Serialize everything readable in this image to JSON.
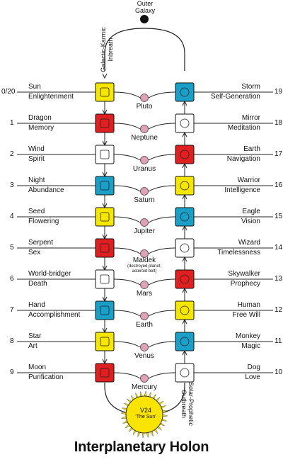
{
  "header": {
    "galaxy_label": "Outer\nGalaxy"
  },
  "left_axis_label": "Galactic-Karmic\nInbreath",
  "right_axis_label": "Solar-Prophetic\nOutbreath",
  "sun": {
    "line1": "V24",
    "line2": "'The Sun'"
  },
  "title": "Interplanetary Holon",
  "colors": {
    "red": "#e02020",
    "white": "#ffffff",
    "blue": "#1aa0c8",
    "yellow": "#f6e600",
    "planet": "#e0a0b8",
    "sun": "#f8e400"
  },
  "left_rows": [
    {
      "num": "0/20",
      "name": "Sun",
      "power": "Enlightenment",
      "color": "yellow",
      "icon": "sun-glyph-icon"
    },
    {
      "num": "1",
      "name": "Dragon",
      "power": "Memory",
      "color": "red",
      "icon": "dragon-glyph-icon"
    },
    {
      "num": "2",
      "name": "Wind",
      "power": "Spirit",
      "color": "white",
      "icon": "wind-glyph-icon"
    },
    {
      "num": "3",
      "name": "Night",
      "power": "Abundance",
      "color": "blue",
      "icon": "night-glyph-icon"
    },
    {
      "num": "4",
      "name": "Seed",
      "power": "Flowering",
      "color": "yellow",
      "icon": "seed-glyph-icon"
    },
    {
      "num": "5",
      "name": "Serpent",
      "power": "Sex",
      "color": "red",
      "icon": "serpent-glyph-icon"
    },
    {
      "num": "6",
      "name": "World-bridger",
      "power": "Death",
      "color": "white",
      "icon": "worldbridger-glyph-icon"
    },
    {
      "num": "7",
      "name": "Hand",
      "power": "Accomplishment",
      "color": "blue",
      "icon": "hand-glyph-icon"
    },
    {
      "num": "8",
      "name": "Star",
      "power": "Art",
      "color": "yellow",
      "icon": "star-glyph-icon"
    },
    {
      "num": "9",
      "name": "Moon",
      "power": "Purification",
      "color": "red",
      "icon": "moon-glyph-icon"
    }
  ],
  "right_rows": [
    {
      "num": "19",
      "name": "Storm",
      "power": "Self-Generation",
      "color": "blue",
      "icon": "storm-glyph-icon"
    },
    {
      "num": "18",
      "name": "Mirror",
      "power": "Meditation",
      "color": "white",
      "icon": "mirror-glyph-icon"
    },
    {
      "num": "17",
      "name": "Earth",
      "power": "Navigation",
      "color": "red",
      "icon": "earth-glyph-icon"
    },
    {
      "num": "16",
      "name": "Warrior",
      "power": "Intelligence",
      "color": "yellow",
      "icon": "warrior-glyph-icon"
    },
    {
      "num": "15",
      "name": "Eagle",
      "power": "Vision",
      "color": "blue",
      "icon": "eagle-glyph-icon"
    },
    {
      "num": "14",
      "name": "Wizard",
      "power": "Timelessness",
      "color": "white",
      "icon": "wizard-glyph-icon"
    },
    {
      "num": "13",
      "name": "Skywalker",
      "power": "Prophecy",
      "color": "red",
      "icon": "skywalker-glyph-icon"
    },
    {
      "num": "12",
      "name": "Human",
      "power": "Free Will",
      "color": "yellow",
      "icon": "human-glyph-icon"
    },
    {
      "num": "11",
      "name": "Monkey",
      "power": "Magic",
      "color": "blue",
      "icon": "monkey-glyph-icon"
    },
    {
      "num": "10",
      "name": "Dog",
      "power": "Love",
      "color": "white",
      "icon": "dog-glyph-icon"
    }
  ],
  "planets": [
    {
      "name": "Pluto",
      "note": ""
    },
    {
      "name": "Neptune",
      "note": ""
    },
    {
      "name": "Uranus",
      "note": ""
    },
    {
      "name": "Saturn",
      "note": ""
    },
    {
      "name": "Jupiter",
      "note": ""
    },
    {
      "name": "Maldek",
      "note": "(destroyed planet,\nasteroid belt)"
    },
    {
      "name": "Mars",
      "note": ""
    },
    {
      "name": "Earth",
      "note": ""
    },
    {
      "name": "Venus",
      "note": ""
    },
    {
      "name": "Mercury",
      "note": ""
    }
  ]
}
